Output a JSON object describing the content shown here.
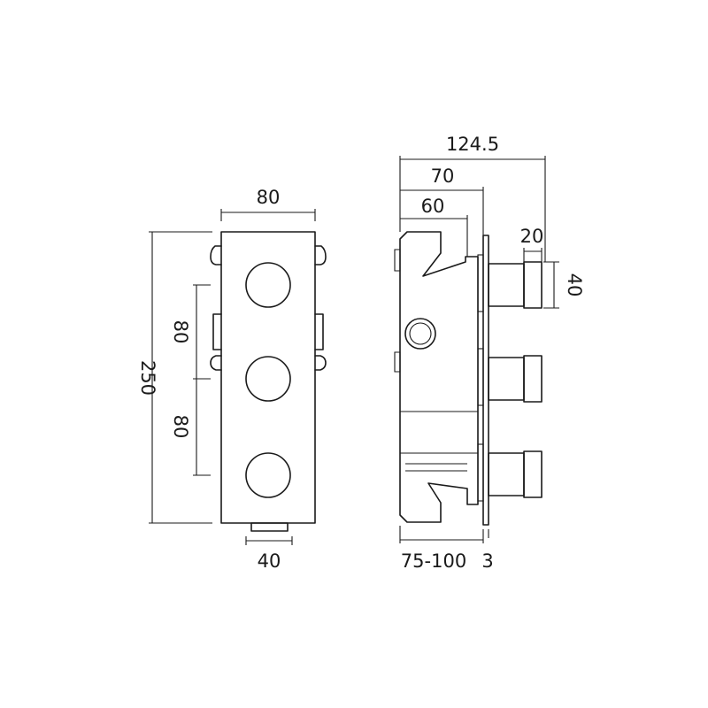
{
  "dimensions": {
    "front_width": "80",
    "front_height": "250",
    "handle_spacing_top": "80",
    "handle_spacing_bottom": "80",
    "outlet_width": "40",
    "side_total_depth": "124.5",
    "side_depth_70": "70",
    "side_depth_60": "60",
    "handle_length": "20",
    "handle_diameter": "40",
    "wall_depth_range": "75-100",
    "plate_thickness": "3"
  },
  "colors": {
    "line": "#1a1a1a",
    "background": "#ffffff"
  }
}
